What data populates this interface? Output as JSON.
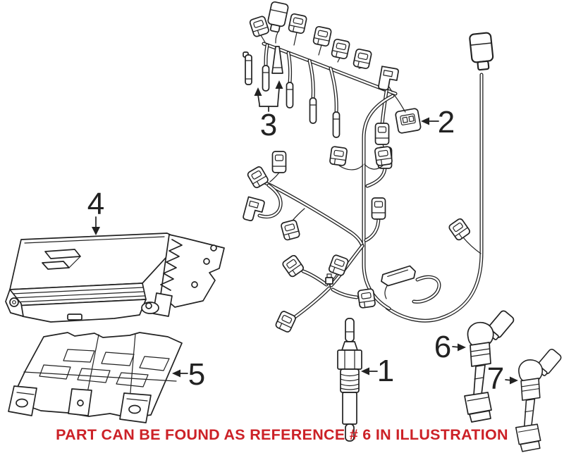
{
  "caption": {
    "text": "PART CAN BE FOUND AS REFERENCE # 6 IN ILLUSTRATION"
  },
  "callouts": [
    {
      "number": "1"
    },
    {
      "number": "2"
    },
    {
      "number": "3"
    },
    {
      "number": "4"
    },
    {
      "number": "5"
    },
    {
      "number": "6"
    },
    {
      "number": "7"
    }
  ],
  "colors": {
    "line": "#222222",
    "caption": "#cc2127",
    "background": "#ffffff"
  }
}
